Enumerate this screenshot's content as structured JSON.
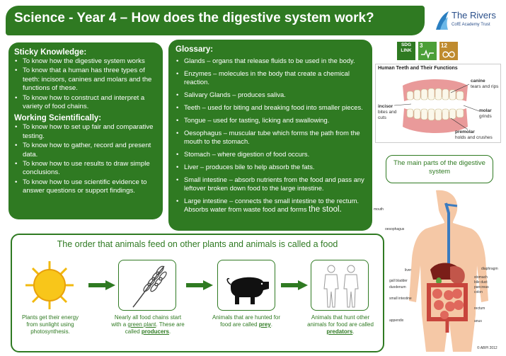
{
  "header": {
    "title": "Science - Year 4 – How does the digestive system work?"
  },
  "logo": {
    "name": "The Rivers",
    "subtitle": "CofE Academy Trust"
  },
  "sdg": {
    "label": "SDG LINK",
    "goal3": "3",
    "goal12": "12",
    "colors": {
      "goal3": "#4c9f38",
      "goal12": "#bf8b2e"
    }
  },
  "sticky": {
    "heading": "Sticky Knowledge:",
    "items": [
      "To know how the digestive system works",
      "To know that a human has three types of teeth: incisors, canines and molars and the functions of these.",
      "To know how to construct and interpret a variety of food chains."
    ]
  },
  "working": {
    "heading": "Working Scientifically:",
    "items": [
      "To know how to set up  fair and comparative testing.",
      "To know how to gather, record and present data.",
      "To know how to use results to draw simple conclusions.",
      "To know how to use scientific evidence to answer questions or support findings."
    ]
  },
  "glossary": {
    "heading": "Glossary:",
    "items": [
      "Glands – organs that release fluids to be used in the body.",
      "Enzymes – molecules in the body that create a chemical reaction.",
      "Salivary Glands – produces saliva.",
      "Teeth – used for biting and breaking food into smaller pieces.",
      "Tongue – used for tasting, licking and swallowing.",
      "Oesophagus – muscular tube which forms the path from the mouth to the stomach.",
      "Stomach – where digestion of food occurs.",
      "Liver – produces bile to help absorb the fats.",
      "Small intestine – absorb nutrients from the food and pass any leftover broken down food to the large intestine."
    ],
    "last_item": "Large intestine – connects the small intestine to the rectum. Absorbs water from waste food and forms ",
    "last_item_emphasis": "the stool."
  },
  "teeth": {
    "title": "Human Teeth and Their Functions",
    "canine": "canine",
    "canine_fn": "tears and rips",
    "incisor": "incisor",
    "incisor_fn": "bites and cuts",
    "molar": "molar",
    "molar_fn": "grinds",
    "premolar": "premolar",
    "premolar_fn": "holds and crushes"
  },
  "digestive": {
    "heading": "The main parts of the digestive system",
    "labels": {
      "mouth": "mouth",
      "oesophagus": "oesophagus",
      "liver": "liver",
      "gall": "gall bladder",
      "duodenum": "duodenum",
      "small": "small intestine",
      "appendix": "appendix",
      "diaphragm": "diaphragm",
      "stomach": "stomach",
      "bile": "bile duct",
      "pancreas": "pancreas",
      "colon": "colon",
      "rectum": "rectum",
      "anus": "anus",
      "credit": "© ABPI 2012"
    }
  },
  "chain": {
    "title": "The order that animals feed on other plants and animals is called a food",
    "sun_caption": "Plants get their energy from sunlight using photosynthesis.",
    "plant_caption_pre": "Nearly all food chains start with a ",
    "plant_caption_link": "green plant",
    "plant_caption_mid": ". These are called ",
    "plant_caption_bold": "producers",
    "plant_caption_end": ".",
    "prey_caption_pre": "Animals that are hunted for food are called ",
    "prey_caption_bold": "prey",
    "prey_caption_end": ".",
    "pred_caption_pre": "Animals that hunt other animals for food are called ",
    "pred_caption_bold": "predators",
    "pred_caption_end": "."
  }
}
